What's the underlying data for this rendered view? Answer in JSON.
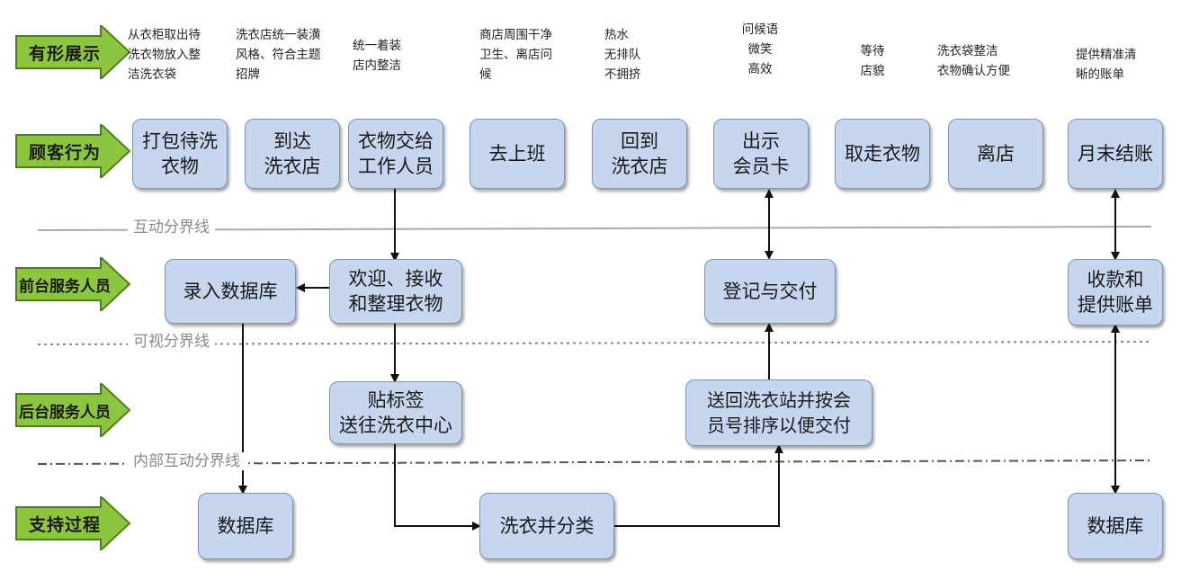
{
  "lanes": [
    {
      "label": "有形展示"
    },
    {
      "label": "顾客行为"
    },
    {
      "label": "前台服务人员"
    },
    {
      "label": "后台服务人员"
    },
    {
      "label": "支持过程"
    }
  ],
  "physical_evidence": [
    "从衣柜取出待\n洗衣物放入整\n洁洗衣袋",
    "洗衣店统一装潢\n风格、符合主题\n招牌",
    "统一着装\n店内整洁",
    "商店周围干净\n卫生、离店问\n候",
    "热水\n无排队\n不拥挤",
    "问候语\n微笑\n高效",
    "等待\n店貌",
    "洗衣袋整洁\n衣物确认方便",
    "提供精准清\n晰的账单"
  ],
  "customer_actions": [
    "打包待洗\n衣物",
    "到达\n洗衣店",
    "衣物交给\n工作人员",
    "去上班",
    "回到\n洗衣店",
    "出示\n会员卡",
    "取走衣物",
    "离店",
    "月末结账"
  ],
  "frontstage": [
    "录入数据库",
    "欢迎、接收\n和整理衣物",
    "登记与交付",
    "收款和\n提供账单"
  ],
  "backstage": [
    "贴标签\n送往洗衣中心",
    "送回洗衣站并按会\n员号排序以便交付"
  ],
  "support": [
    "数据库",
    "洗衣并分类",
    "数据库"
  ],
  "dividers": {
    "interaction": "互动分界线",
    "visibility": "可视分界线",
    "internal": "内部互动分界线"
  },
  "colors": {
    "box_fill": "#c6d6ee",
    "box_border": "#7d93b5",
    "arrow_green": "#8cc63f",
    "arrow_green_edge": "#4f7f1a"
  }
}
